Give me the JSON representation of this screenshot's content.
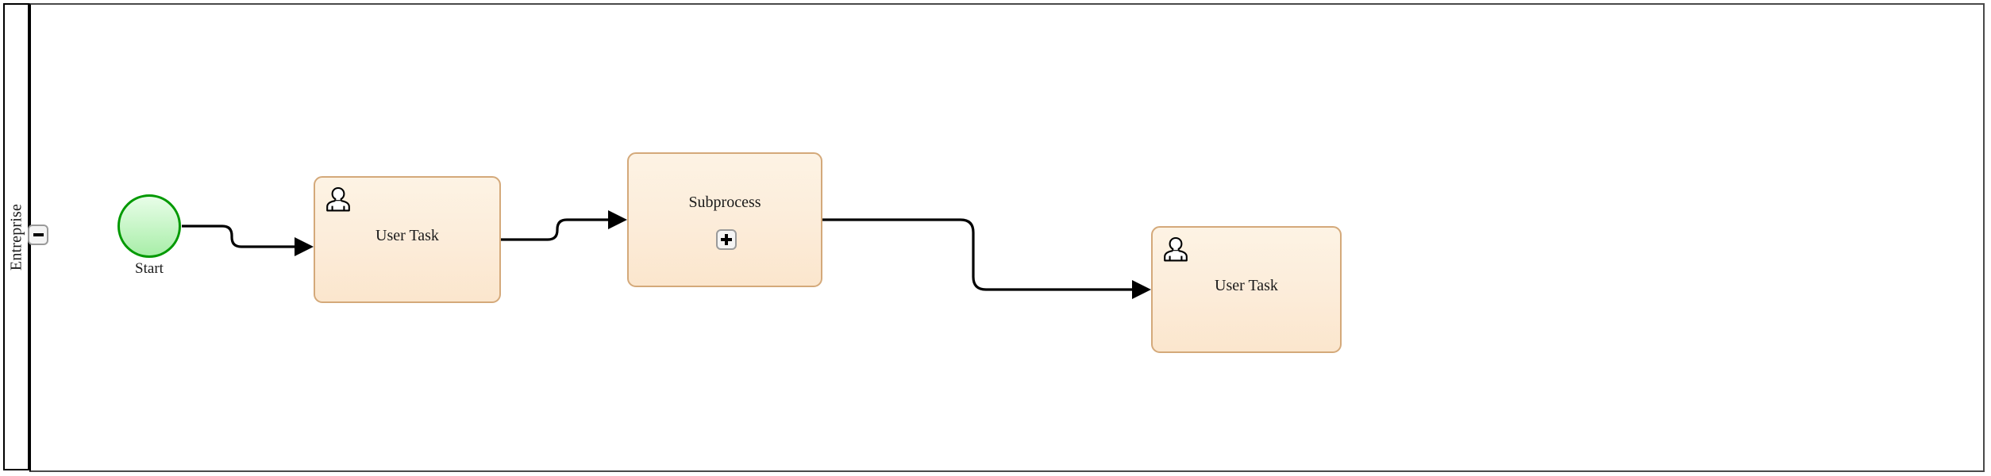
{
  "diagram": {
    "type": "bpmn-process",
    "pool": {
      "lane_label": "Entreprise",
      "collapse_icon": "minus-icon"
    }
  },
  "nodes": {
    "start_event": {
      "label": "Start",
      "type": "start-event",
      "fill": "#c8f5c8",
      "stroke": "#009900"
    },
    "task_1": {
      "label": "User Task",
      "type": "user-task",
      "icon": "user-icon",
      "fill": "#fcecd9",
      "stroke": "#d4a97a"
    },
    "subprocess": {
      "label": "Subprocess",
      "type": "collapsed-subprocess",
      "expand_icon": "plus-icon",
      "fill": "#fcecd9",
      "stroke": "#d4a97a"
    },
    "task_2": {
      "label": "User Task",
      "type": "user-task",
      "icon": "user-icon",
      "fill": "#fcecd9",
      "stroke": "#d4a97a"
    }
  },
  "flows": [
    {
      "name": "start-to-task-1",
      "from": "start_event",
      "to": "task_1"
    },
    {
      "name": "task-1-to-subprocess",
      "from": "task_1",
      "to": "subprocess"
    },
    {
      "name": "subprocess-to-task-2",
      "from": "subprocess",
      "to": "task_2"
    }
  ]
}
